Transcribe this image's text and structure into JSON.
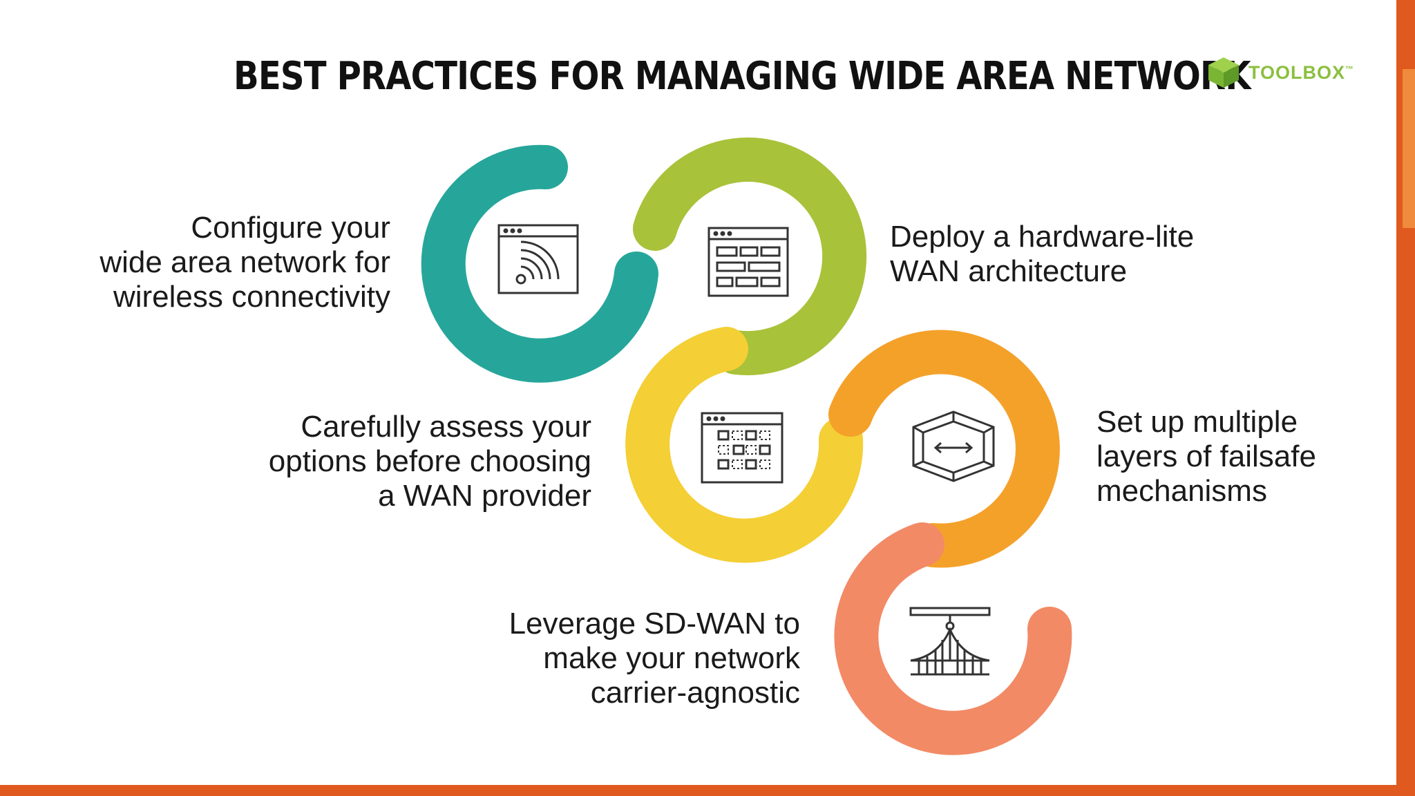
{
  "title": "BEST PRACTICES FOR MANAGING WIDE AREA NETWORK",
  "logo": {
    "text": "TOOLBOX",
    "trademark": "™",
    "color": "#8bbf3f"
  },
  "colors": {
    "teal": "#26a69a",
    "lime": "#a8c23a",
    "yellow": "#f4cf35",
    "orange": "#f4a12a",
    "salmon": "#f28a66",
    "accent_strip": "#e05a1f"
  },
  "practices": [
    {
      "lines": [
        "Configure your",
        "wide area network for",
        "wireless connectivity"
      ],
      "icon": "wifi-window-icon"
    },
    {
      "lines": [
        "Deploy a hardware-lite",
        "WAN architecture"
      ],
      "icon": "form-window-icon"
    },
    {
      "lines": [
        "Carefully assess your",
        "options before choosing",
        "a WAN provider"
      ],
      "icon": "grid-options-icon"
    },
    {
      "lines": [
        "Set up multiple",
        "layers of failsafe",
        "mechanisms"
      ],
      "icon": "cube-arrows-icon"
    },
    {
      "lines": [
        "Leverage SD-WAN to",
        "make your network",
        "carrier-agnostic"
      ],
      "icon": "bridge-icon"
    }
  ]
}
